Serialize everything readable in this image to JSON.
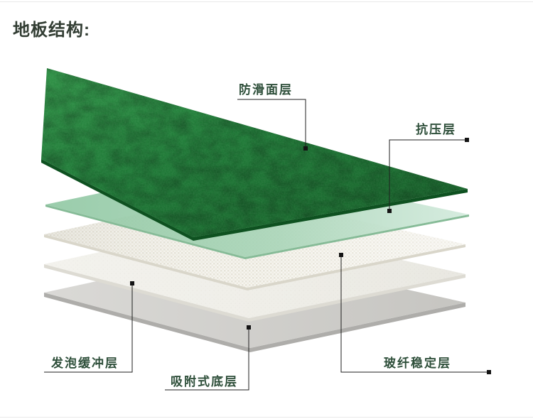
{
  "title": "地板结构:",
  "labels": {
    "anti_slip": "防滑面层",
    "compression": "抗压层",
    "foam_cushion": "发泡缓冲层",
    "absorbent_base": "吸附式底层",
    "fiberglass": "玻纤稳定层"
  },
  "layers": [
    {
      "order": 1,
      "name": "防滑面层",
      "color": "#1f7c35"
    },
    {
      "order": 2,
      "name": "抗压层",
      "color": "#a9d5b8"
    },
    {
      "order": 3,
      "name": "玻纤稳定层",
      "color": "#f3f2ec"
    },
    {
      "order": 4,
      "name": "发泡缓冲层",
      "color": "#efeee9"
    },
    {
      "order": 5,
      "name": "吸附式底层",
      "color": "#d3d2cf"
    }
  ],
  "colors": {
    "label_text": "#2e4f3a",
    "title_text": "#323d33",
    "leader_line": "#1f1f1f",
    "marker": "#141414"
  }
}
